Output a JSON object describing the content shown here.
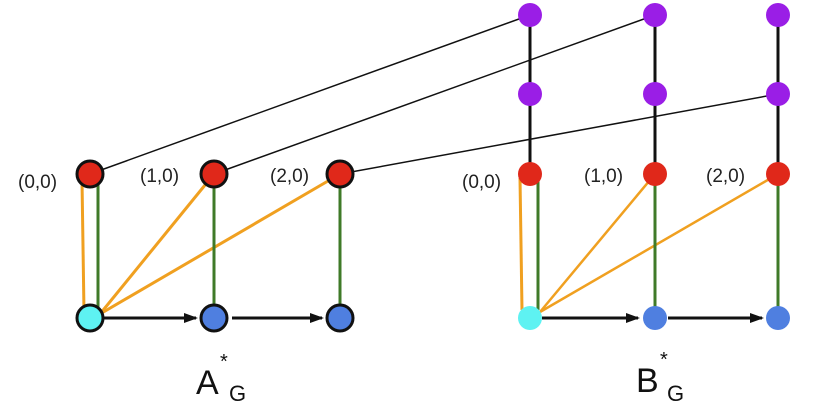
{
  "colors": {
    "red": "#e0281a",
    "cyan": "#5ef2f2",
    "blue": "#4f7fe0",
    "purple": "#9a1ee6",
    "orange": "#f0a020",
    "green": "#3f7a28",
    "black": "#111111"
  },
  "graph_a": {
    "labels": [
      "(0,0)",
      "(1,0)",
      "(2,0)"
    ],
    "title": "A",
    "title_sup": "*",
    "title_sub": "G"
  },
  "graph_b": {
    "labels": [
      "(0,0)",
      "(1,0)",
      "(2,0)"
    ],
    "title": "B",
    "title_sup": "*",
    "title_sub": "G"
  }
}
